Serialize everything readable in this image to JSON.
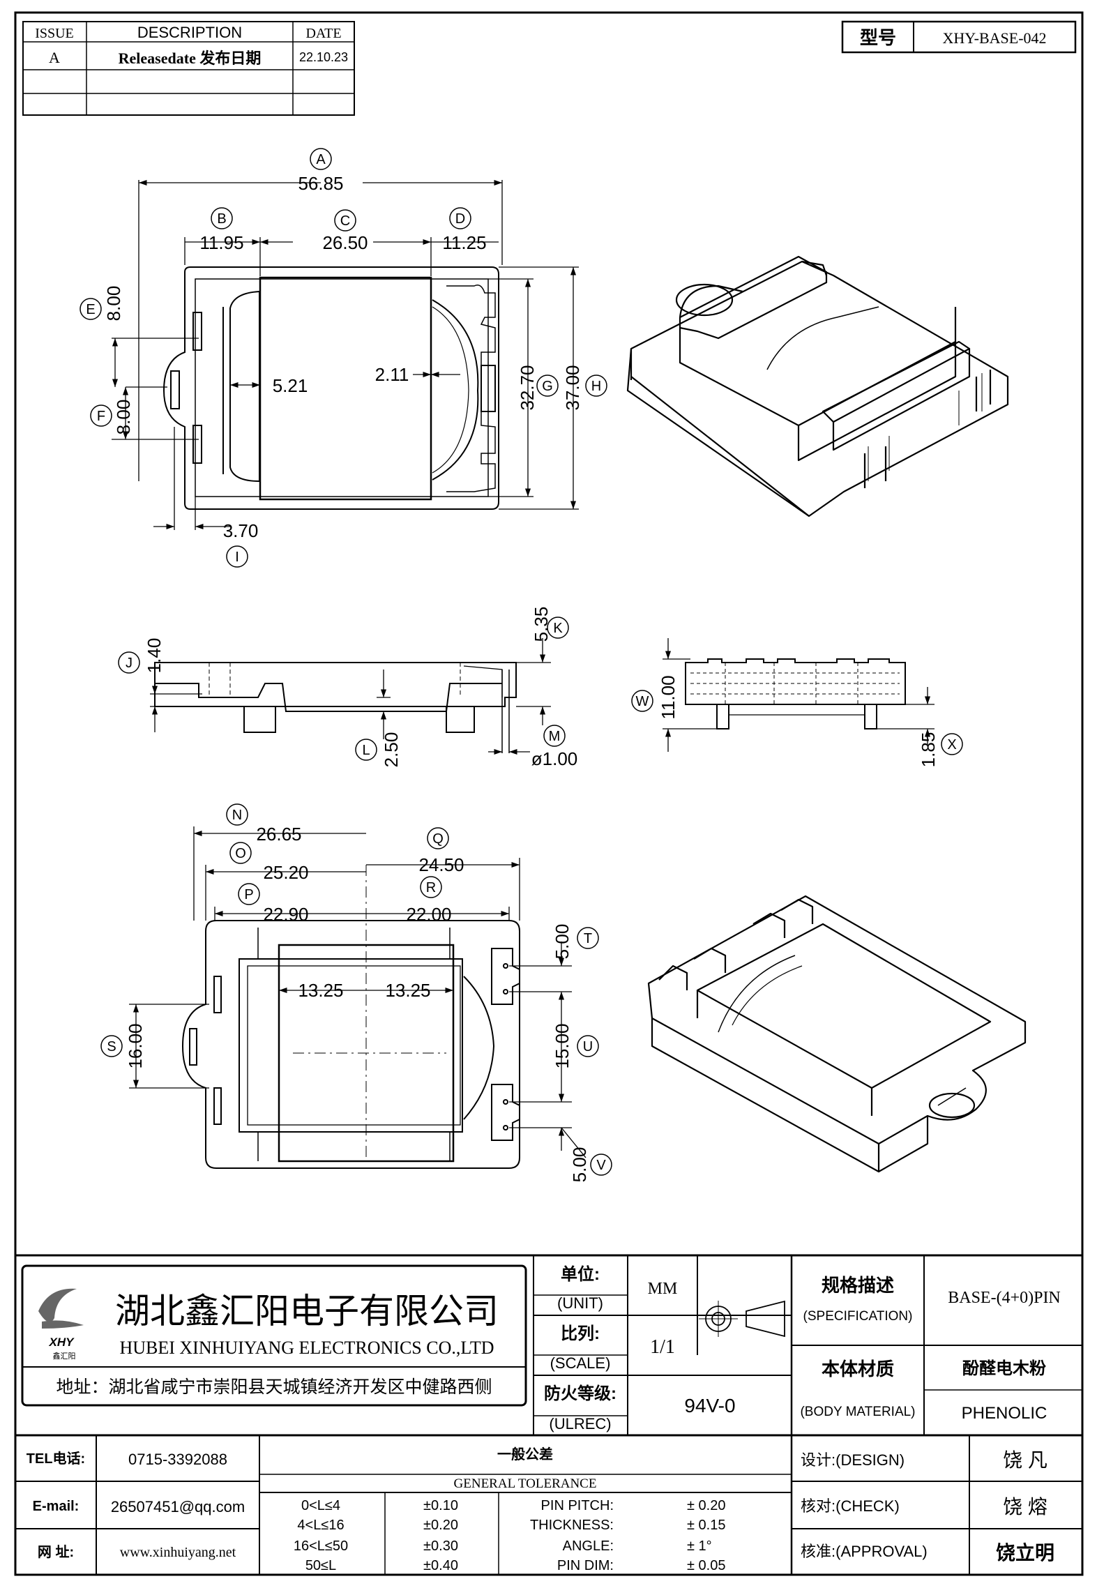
{
  "revision": {
    "headers": {
      "issue": "ISSUE",
      "description": "DESCRIPTION",
      "date": "DATE"
    },
    "rows": [
      {
        "issue": "A",
        "description": "Releasedate 发布日期",
        "date": "22.10.23"
      },
      {
        "issue": "",
        "description": "",
        "date": ""
      },
      {
        "issue": "",
        "description": "",
        "date": ""
      }
    ]
  },
  "model": {
    "label": "型号",
    "value": "XHY-BASE-042"
  },
  "dimensions": {
    "A": "56.85",
    "B": "11.95",
    "C": "26.50",
    "D": "11.25",
    "E": "8.00",
    "F": "8.00",
    "G": "32.70",
    "H": "37.00",
    "I": "3.70",
    "inner_left": "5.21",
    "inner_right": "2.11",
    "J": "1.40",
    "K": "5.35",
    "L": "2.50",
    "M": "ø1.00",
    "W": "11.00",
    "X": "1.85",
    "N": "26.65",
    "O": "25.20",
    "P": "22.90",
    "Q": "24.50",
    "R": "22.00",
    "half_left": "13.25",
    "half_right": "13.25",
    "S": "16.00",
    "T": "5.00",
    "U": "15.00",
    "V": "5.00"
  },
  "callouts": [
    "A",
    "B",
    "C",
    "D",
    "E",
    "F",
    "G",
    "H",
    "I",
    "J",
    "K",
    "L",
    "M",
    "W",
    "X",
    "N",
    "O",
    "P",
    "Q",
    "R",
    "S",
    "T",
    "U",
    "V"
  ],
  "company": {
    "name_cn": "湖北鑫汇阳电子有限公司",
    "name_en": "HUBEI XINHUIYANG ELECTRONICS CO.,LTD",
    "address": "地址：湖北省咸宁市崇阳县天城镇经济开发区中健路西侧",
    "logo_text": "XHY",
    "logo_sub": "鑫汇阳"
  },
  "title_block": {
    "unit_label": "单位:",
    "unit_label_en": "(UNIT)",
    "unit_value": "MM",
    "scale_label": "比列:",
    "scale_label_en": "(SCALE)",
    "scale_value": "1/1",
    "fire_label": "防火等级:",
    "fire_label_en": "(ULREC)",
    "fire_value": "94V-0",
    "spec_label": "规格描述",
    "spec_label_en": "(SPECIFICATION)",
    "spec_value": "BASE-(4+0)PIN",
    "material_label": "本体材质",
    "material_label_en": "(BODY MATERIAL)",
    "material_value_cn": "酚醛电木粉",
    "material_value_en": "PHENOLIC",
    "design_label": "设计:(DESIGN)",
    "design_value": "饶 凡",
    "check_label": "核对:(CHECK)",
    "check_value": "饶 熔",
    "approval_label": "核准:(APPROVAL)",
    "approval_value": "饶立明"
  },
  "contact": {
    "tel_label": "TEL电话:",
    "tel_value": "0715-3392088",
    "email_label": "E-mail:",
    "email_value": "26507451@qq.com",
    "web_label": "网 址:",
    "web_value": "www.xinhuiyang.net"
  },
  "tolerance": {
    "title_cn": "一般公差",
    "title_en": "GENERAL TOLERANCE",
    "rows": [
      {
        "range": "0<L≤4",
        "tol": "±0.10",
        "name": "PIN PITCH:",
        "value": "± 0.20"
      },
      {
        "range": "4<L≤16",
        "tol": "±0.20",
        "name": "THICKNESS:",
        "value": "± 0.15"
      },
      {
        "range": "16<L≤50",
        "tol": "±0.30",
        "name": "ANGLE:",
        "value": "± 1°"
      },
      {
        "range": "50≤L",
        "tol": "±0.40",
        "name": "PIN DIM:",
        "value": "± 0.05"
      }
    ]
  }
}
